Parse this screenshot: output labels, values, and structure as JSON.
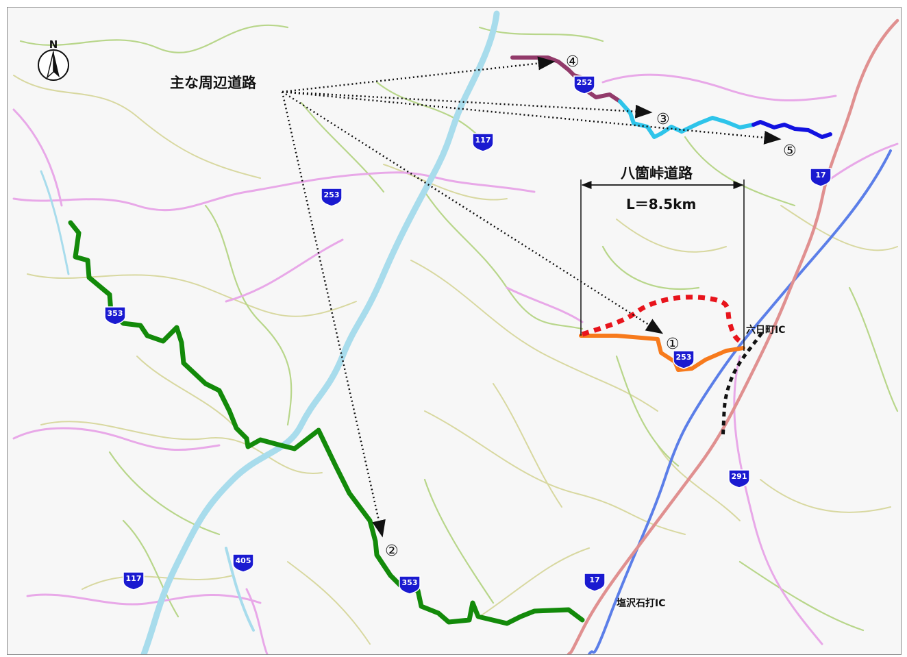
{
  "map": {
    "north_label": "N",
    "main_roads_label": "主な周辺道路",
    "project_title": "八箇峠道路",
    "project_length": "L＝8.5km",
    "interchanges": {
      "muikamachi": "六日町IC",
      "shiozawa": "塩沢石打IC"
    },
    "route_numbers": {
      "r1": "①",
      "r2": "②",
      "r3": "③",
      "r4": "④",
      "r5": "⑤"
    },
    "shields": [
      "252",
      "117",
      "253",
      "17",
      "353",
      "253",
      "291",
      "405",
      "117",
      "353",
      "17"
    ],
    "colors": {
      "route1_existing": "#f77a1c",
      "route1_new": "#e8141c",
      "route2": "#138a0a",
      "route3": "#2ec4ea",
      "route4": "#923a6a",
      "route5": "#1212e0",
      "river": "#a8dcec",
      "main_river": "#5b7ee8",
      "expressway": "#e09090",
      "national_road": "#e8a8e8",
      "local_road": "#b8d68a",
      "minor_road": "#d8d8a0",
      "shield": "#1a1ad0"
    }
  }
}
